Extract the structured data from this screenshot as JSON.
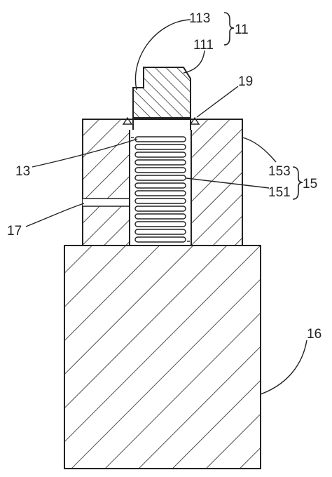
{
  "labels": {
    "l113": "113",
    "l111": "111",
    "l11": "11",
    "l19": "19",
    "l13": "13",
    "l153": "153",
    "l151": "151",
    "l15": "15",
    "l17": "17",
    "l16": "16"
  },
  "colors": {
    "line": "#222222",
    "background": "#ffffff"
  }
}
